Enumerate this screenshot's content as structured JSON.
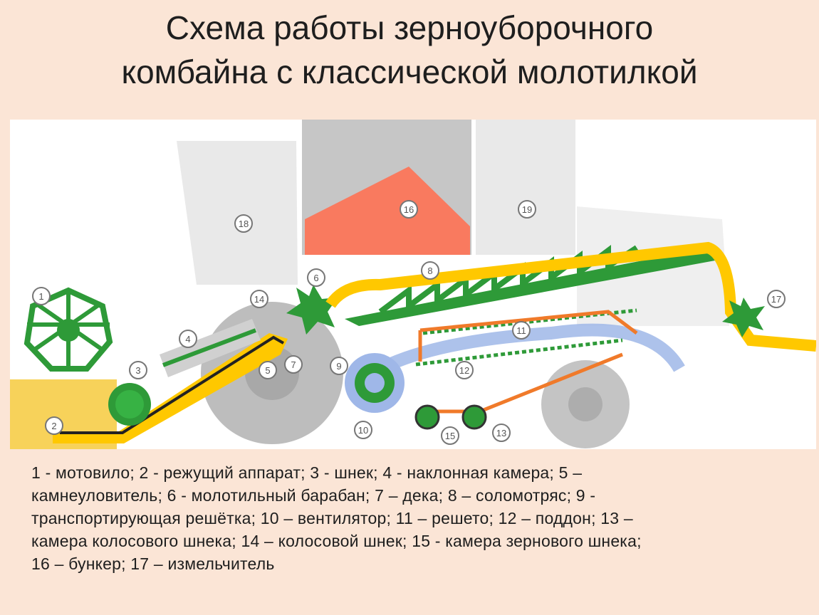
{
  "title": {
    "line1": "Схема работы зерноуборочного",
    "line2": "комбайна с классической молотилкой"
  },
  "diagram": {
    "labels": [
      "1",
      "2",
      "3",
      "4",
      "5",
      "6",
      "7",
      "8",
      "9",
      "10",
      "11",
      "12",
      "13",
      "14",
      "15",
      "16",
      "17",
      "18",
      "19"
    ],
    "colors": {
      "green": "#2e9a38",
      "yellow": "#ffc800",
      "orange": "#f07a2a",
      "bunker": "#f97a5f",
      "gray": "#bdbdbd",
      "panel": "#e9e9e9",
      "blue": "#9fb7e8"
    }
  },
  "legend": {
    "line1": "1 -  мотовило; 2 - режущий аппарат; 3 - шнек; 4 - наклонная камера; 5 –",
    "line2": "камнеуловитель; 6 -  молотильный барабан; 7 – дека; 8 – соломотряс; 9 -",
    "line3": "транспортирующая решётка; 10 – вентилятор;  11 – решето; 12 – поддон; 13 –",
    "line4": "камера колосового шнека; 14 – колосовой шнек; 15 - камера зернового шнека;",
    "line5": "16 – бункер; 17 – измельчитель"
  }
}
